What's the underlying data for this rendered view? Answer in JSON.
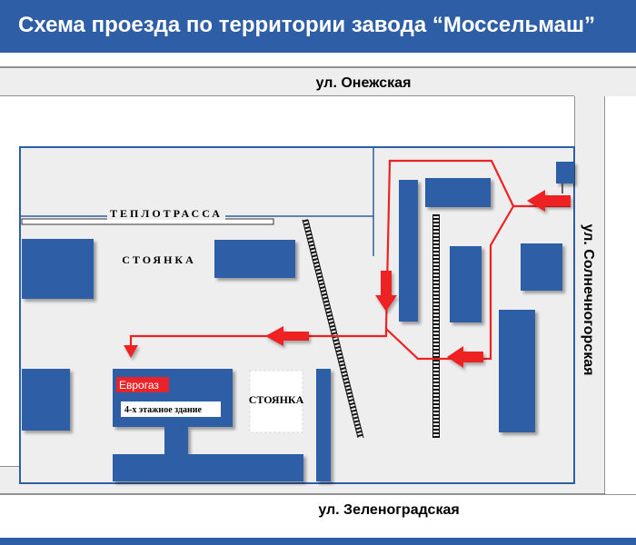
{
  "header": {
    "title": "Схема проезда по территории завода “Моссельмаш”"
  },
  "streets": {
    "north": "ул. Онежская",
    "south": "ул. Зеленоградская",
    "east": "ул. Солнечногорская"
  },
  "labels": {
    "heating_main": "ТЕПЛОТРАССА",
    "parking_1": "СТОЯНКА",
    "parking_2": "СТОЯНКА",
    "tenant_badge": "Еврогаз",
    "building_caption": "4-х этажное здание"
  },
  "colors": {
    "header": "#2e5ea6",
    "building": "#2e5ea6",
    "route": "#ee2222",
    "road": "#eeeeee",
    "railway": "#111111"
  }
}
